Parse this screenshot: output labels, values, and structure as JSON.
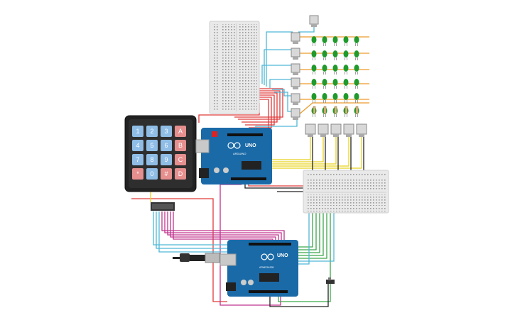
{
  "keypad": {
    "rows": [
      [
        "1",
        "2",
        "3",
        "A"
      ],
      [
        "4",
        "5",
        "6",
        "B"
      ],
      [
        "7",
        "8",
        "9",
        "C"
      ],
      [
        "*",
        "0",
        "#",
        "D"
      ]
    ]
  },
  "boards": {
    "top_model": "UNO",
    "bottom_model": "UNO",
    "brand": "ARDUINO",
    "chip_label": "ATMEGA328"
  },
  "colors": {
    "board": "#1a6aa8",
    "breadboard": "#e9e9e9",
    "led": "#1f9a2b",
    "key_blue": "#8fbde6",
    "key_red": "#e58f8f",
    "wire_red": "#e03a3a",
    "wire_yellow": "#e8d21c",
    "wire_magenta": "#c0338e",
    "wire_cyan": "#4fb8d6",
    "wire_green": "#3aa64a",
    "wire_orange": "#ee9a2a",
    "wire_black": "#222222"
  }
}
